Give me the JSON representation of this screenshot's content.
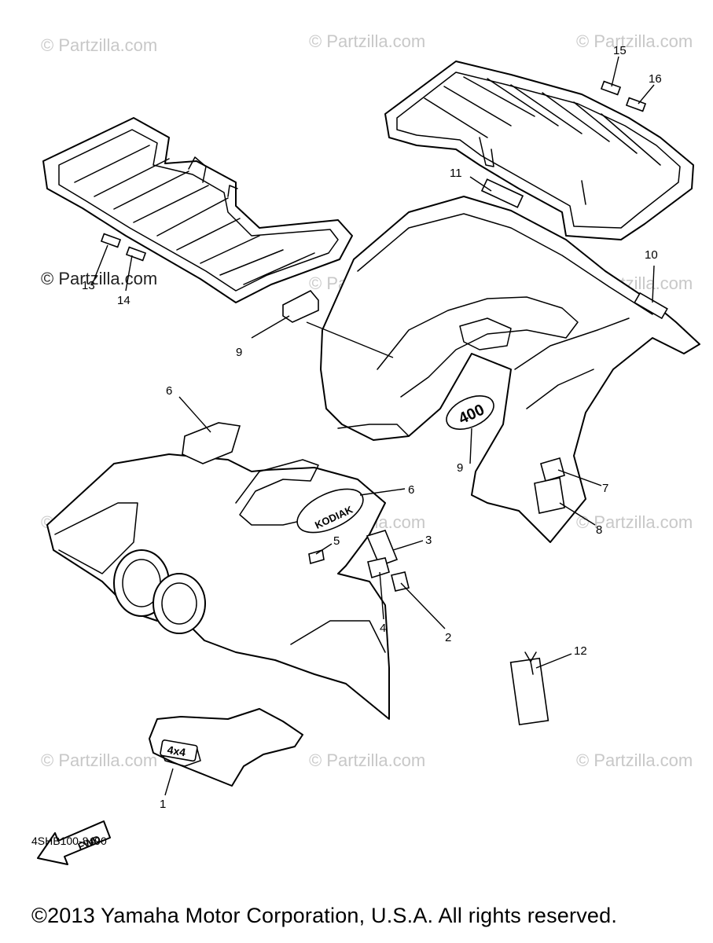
{
  "watermark": "© Partzilla.com",
  "callouts": [
    "1",
    "2",
    "3",
    "4",
    "5",
    "6",
    "7",
    "8",
    "9",
    "10",
    "11",
    "12",
    "13",
    "14",
    "15",
    "16"
  ],
  "decal_text": {
    "kodiak": "KODIAK",
    "wd4x4": "4x4",
    "engine_size": "400",
    "forward": "FWD"
  },
  "diagram_code": "4SHB100-8490",
  "copyright": "©2013  Yamaha Motor Corporation, U.S.A. All rights reserved."
}
